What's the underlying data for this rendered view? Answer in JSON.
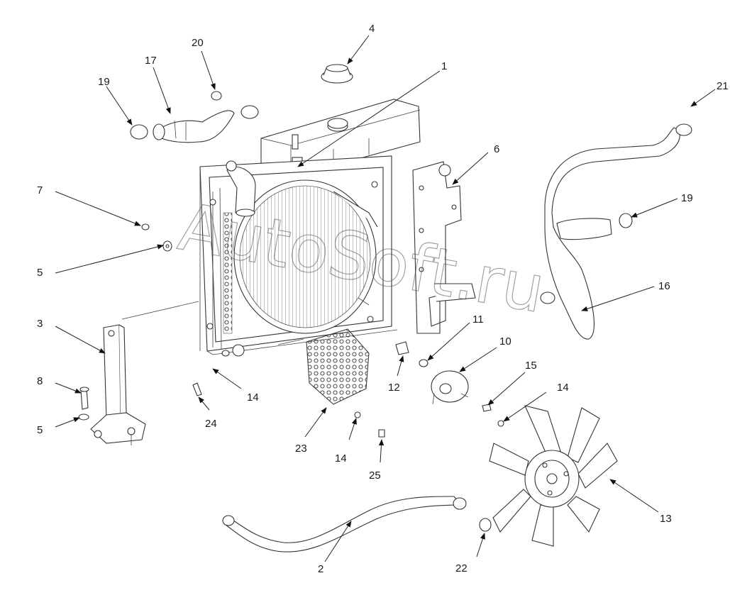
{
  "watermark": "AutoSoft.ru",
  "callouts": [
    {
      "id": "c1",
      "label": "1"
    },
    {
      "id": "c2",
      "label": "2"
    },
    {
      "id": "c3",
      "label": "3"
    },
    {
      "id": "c4",
      "label": "4"
    },
    {
      "id": "c5a",
      "label": "5"
    },
    {
      "id": "c5b",
      "label": "5"
    },
    {
      "id": "c6",
      "label": "6"
    },
    {
      "id": "c7",
      "label": "7"
    },
    {
      "id": "c8",
      "label": "8"
    },
    {
      "id": "c10",
      "label": "10"
    },
    {
      "id": "c11",
      "label": "11"
    },
    {
      "id": "c12",
      "label": "12"
    },
    {
      "id": "c13",
      "label": "13"
    },
    {
      "id": "c14a",
      "label": "14"
    },
    {
      "id": "c14b",
      "label": "14"
    },
    {
      "id": "c14c",
      "label": "14"
    },
    {
      "id": "c15",
      "label": "15"
    },
    {
      "id": "c16",
      "label": "16"
    },
    {
      "id": "c17",
      "label": "17"
    },
    {
      "id": "c19a",
      "label": "19"
    },
    {
      "id": "c19b",
      "label": "19"
    },
    {
      "id": "c20",
      "label": "20"
    },
    {
      "id": "c21",
      "label": "21"
    },
    {
      "id": "c22",
      "label": "22"
    },
    {
      "id": "c23",
      "label": "23"
    },
    {
      "id": "c24",
      "label": "24"
    },
    {
      "id": "c25",
      "label": "25"
    }
  ]
}
